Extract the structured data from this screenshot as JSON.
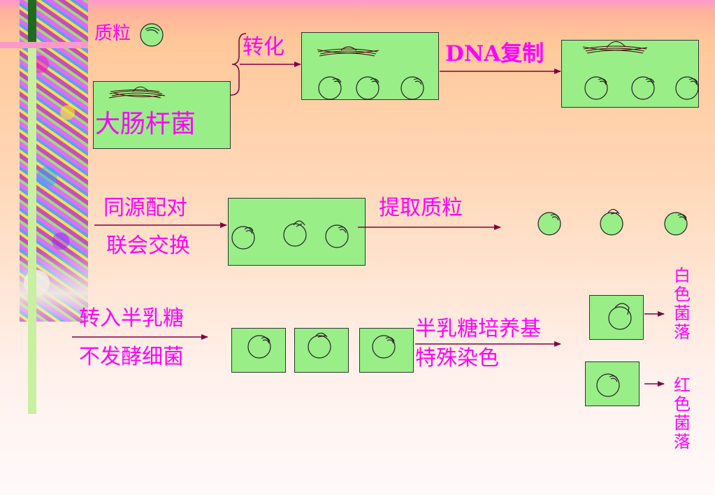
{
  "labels": {
    "plasmid": "质粒",
    "transform": "转化",
    "dna_replication": "DNA复制",
    "ecoli": "大肠杆菌",
    "homologous_pairing_line1": "同源配对",
    "homologous_pairing_line2": "联会交换",
    "extract_plasmid": "提取质粒",
    "transfer_line1": "转入半乳糖",
    "transfer_line2": "不发酵细菌",
    "medium_line1": "半乳糖培养基",
    "medium_line2": "特殊染色",
    "white_colony": "白色菌落",
    "red_colony": "红色菌落"
  },
  "colors": {
    "label_text": "#ff00ff",
    "box_fill": "#99ee88",
    "arrow": "#800040"
  }
}
